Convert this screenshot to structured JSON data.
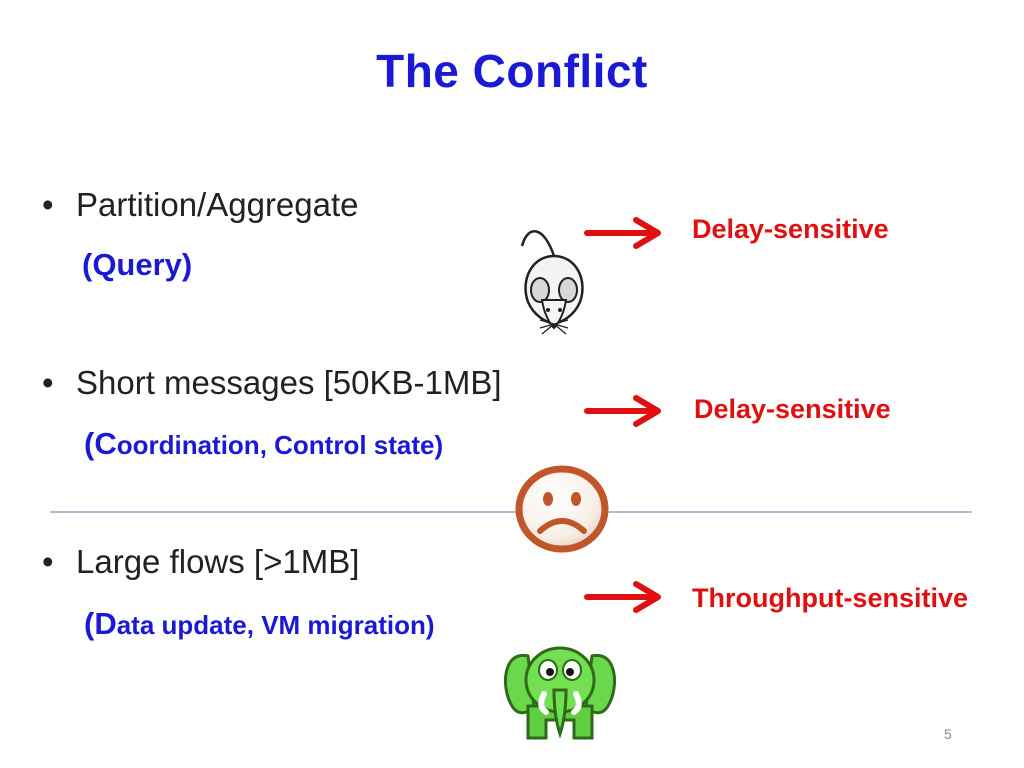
{
  "slide": {
    "title": "The Conflict",
    "bullets": [
      {
        "text": "Partition/Aggregate",
        "sub_first": "(Query)",
        "sub_rest": "",
        "label": "Delay-sensitive",
        "icon": "mouse-icon"
      },
      {
        "text": "Short messages [50KB-1MB]",
        "sub_first": "(C",
        "sub_rest": "oordination, Control state)",
        "label": "Delay-sensitive",
        "icon": "sad-face-icon"
      },
      {
        "text": "Large flows  [>1MB]",
        "sub_first": "(D",
        "sub_rest": "ata update, VM migration)",
        "label": "Throughput-sensitive",
        "icon": "elephant-icon"
      }
    ],
    "bullet_glyph": "•",
    "page_number": "5"
  },
  "colors": {
    "title": "#1a1ad6",
    "subtext": "#1a1ad6",
    "label": "#e01010",
    "arrow": "#e01010",
    "divider": "#a9c0dc"
  }
}
